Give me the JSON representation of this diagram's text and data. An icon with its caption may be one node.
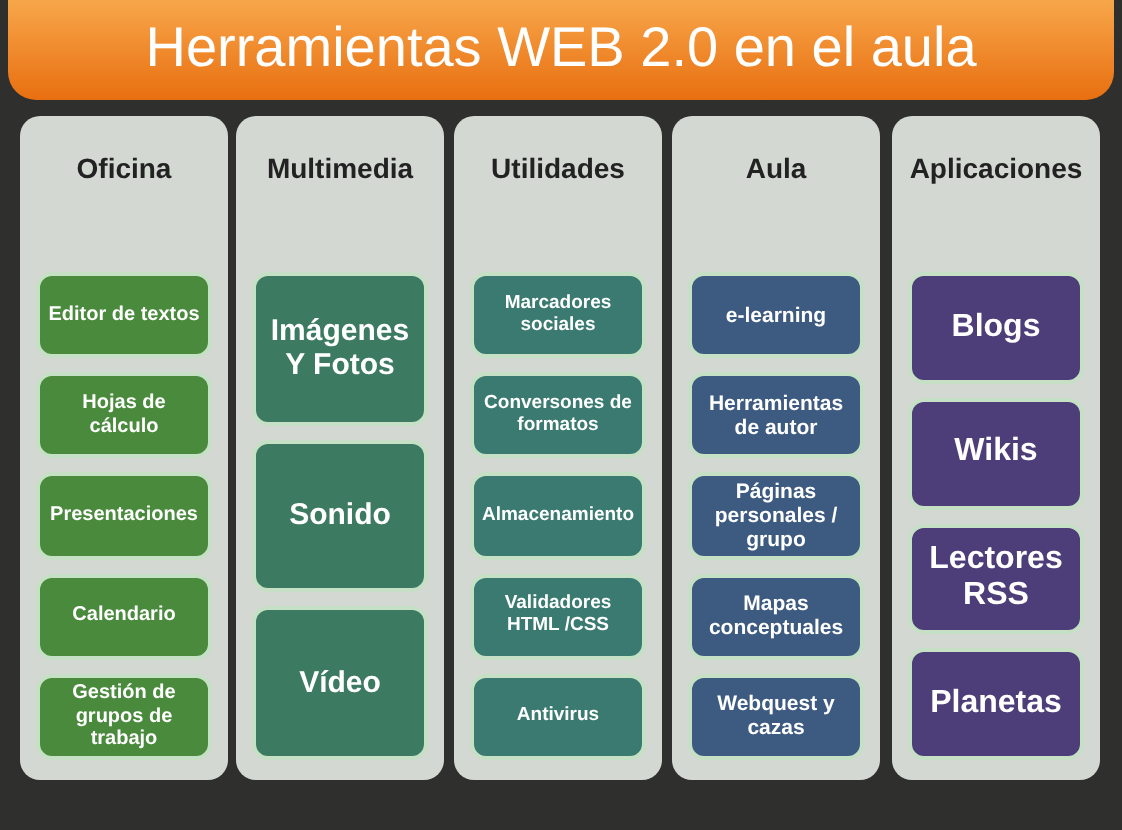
{
  "diagram": {
    "title": "Herramientas WEB 2.0 en el aula",
    "nodes": [
      {
        "text": [
          "Oficina"
        ]
      },
      {
        "text": [
          "Editor de textos"
        ],
        "in": 0
      },
      {
        "text": [
          "Hojas de cálculo"
        ],
        "in": 0
      },
      {
        "text": [
          "Presentaciones"
        ],
        "in": 0
      },
      {
        "text": [
          "Calendario"
        ],
        "in": 0
      },
      {
        "text": [
          "Gestión de grupos de trabajo"
        ],
        "in": 0
      },
      {
        "text": [
          "Multimedia"
        ]
      },
      {
        "text": [
          "Imágenes Y Fotos"
        ],
        "in": 6
      },
      {
        "text": [
          "Sonido"
        ],
        "in": 6
      },
      {
        "text": [
          "Vídeo"
        ],
        "in": 6
      },
      {
        "text": [
          "Utilidades"
        ]
      },
      {
        "text": [
          "Marcadores sociales"
        ],
        "in": 10
      },
      {
        "text": [
          "Conversones de formatos"
        ],
        "in": 10
      },
      {
        "text": [
          "Almacenamiento"
        ],
        "in": 10
      },
      {
        "text": [
          "Validadores HTML /CSS"
        ],
        "in": 10
      },
      {
        "text": [
          "Antivirus"
        ],
        "in": 10
      },
      {
        "text": [
          "Aula"
        ]
      },
      {
        "text": [
          "e-learning"
        ],
        "in": 16
      },
      {
        "text": [
          "Herramientas de autor"
        ],
        "in": 16
      },
      {
        "text": [
          "Páginas personales / grupo"
        ],
        "in": 16
      },
      {
        "text": [
          "Mapas conceptuales"
        ],
        "in": 16
      },
      {
        "text": [
          "Webquest y cazas"
        ],
        "in": 16
      },
      {
        "text": [
          "Aplicaciones"
        ]
      },
      {
        "text": [
          "Blogs"
        ],
        "in": 22
      },
      {
        "text": [
          "Wikis"
        ],
        "in": 22
      },
      {
        "text": [
          "Lectores RSS"
        ],
        "in": 22
      },
      {
        "text": [
          "Planetas"
        ],
        "in": 22
      }
    ],
    "edges": []
  }
}
